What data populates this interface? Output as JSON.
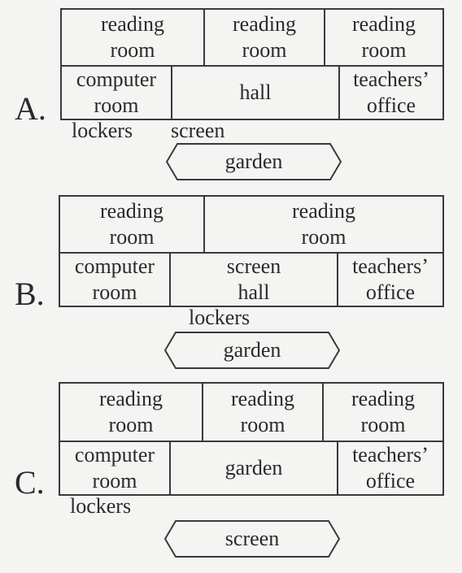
{
  "options": [
    {
      "letter": "A.",
      "top_rooms": [
        "reading\nroom",
        "reading\nroom",
        "reading\nroom"
      ],
      "bottom_rooms": [
        "computer\nroom",
        "hall",
        "teachers’\noffice"
      ],
      "labels": [
        "lockers",
        "screen"
      ],
      "bottom_shape": "garden"
    },
    {
      "letter": "B.",
      "top_rooms": [
        "reading\nroom",
        "reading\nroom"
      ],
      "bottom_rooms": [
        "computer\nroom",
        "screen\nhall",
        "teachers’\noffice"
      ],
      "labels": [
        "lockers"
      ],
      "bottom_shape": "garden"
    },
    {
      "letter": "C.",
      "top_rooms": [
        "reading\nroom",
        "reading\nroom",
        "reading\nroom"
      ],
      "bottom_rooms": [
        "computer\nroom",
        "garden",
        "teachers’\noffice"
      ],
      "labels": [
        "lockers"
      ],
      "bottom_shape": "screen"
    }
  ]
}
